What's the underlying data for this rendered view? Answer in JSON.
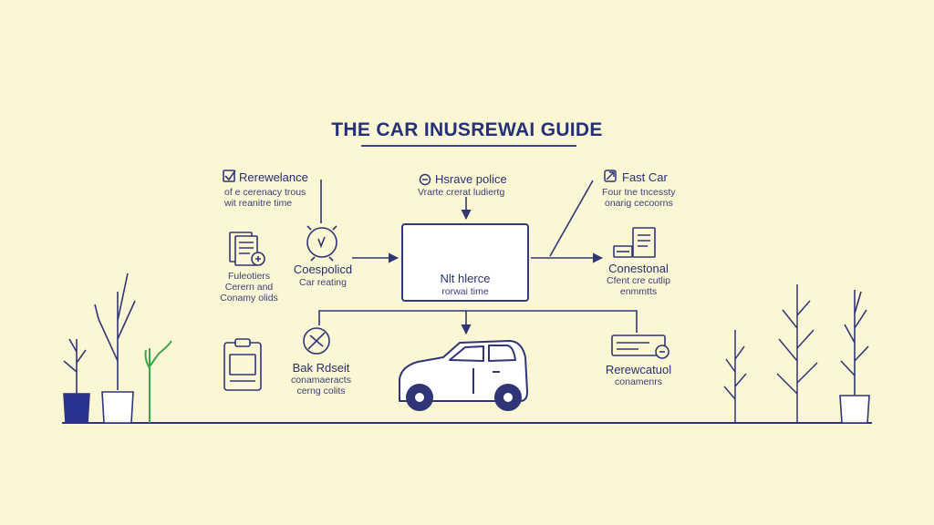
{
  "title": "THE CAR INUSREWAI GUIDE",
  "nodes": {
    "relevance": {
      "label": "Rerewelance",
      "sub": [
        "of e cerenacy trous",
        "wit reanitre time"
      ],
      "icon": "checkbox-icon"
    },
    "insurance_policy": {
      "label": "Hsrave police",
      "sub": [
        "Vrarte crerat ludiertg"
      ],
      "icon": "lock-icon"
    },
    "fast_car": {
      "label": "Fast Car",
      "sub": [
        "Four tne tncessty",
        "onarig cecoorns"
      ],
      "icon": "tool-icon"
    },
    "documents": {
      "label": "",
      "sub": [
        "Fuleotiers",
        "Cerern and",
        "Conamy olids"
      ],
      "icon": "documents-icon"
    },
    "costs_policy": {
      "label": "Coespolicd",
      "sub": [
        "Car reating"
      ],
      "icon": "alarm-clock-icon"
    },
    "center": {
      "label": "Nlt hlerce",
      "sub": [
        "rorwai time"
      ],
      "icon": "pen-no-icon"
    },
    "conditional": {
      "label": "Conestonal",
      "sub": [
        "Cfent cre cutlip",
        "enmmtts"
      ],
      "icon": "document-file-icon"
    },
    "back_result": {
      "label": "Bak Rdseit",
      "sub": [
        "conamaeracts",
        "cerng colits"
      ],
      "icon": "compass-icon"
    },
    "clipboard": {
      "label": "",
      "sub": [],
      "icon": "clipboard-icon"
    },
    "renewal": {
      "label": "Rerewcatuol",
      "sub": [
        "conamenrs"
      ],
      "icon": "card-icon"
    },
    "car": {
      "label": "",
      "sub": [],
      "icon": "car-icon"
    }
  },
  "colors": {
    "background": "#fbf6d3",
    "ink": "#2b2f74",
    "accent_red": "#c8283a",
    "plant_green": "#3fa34d"
  }
}
